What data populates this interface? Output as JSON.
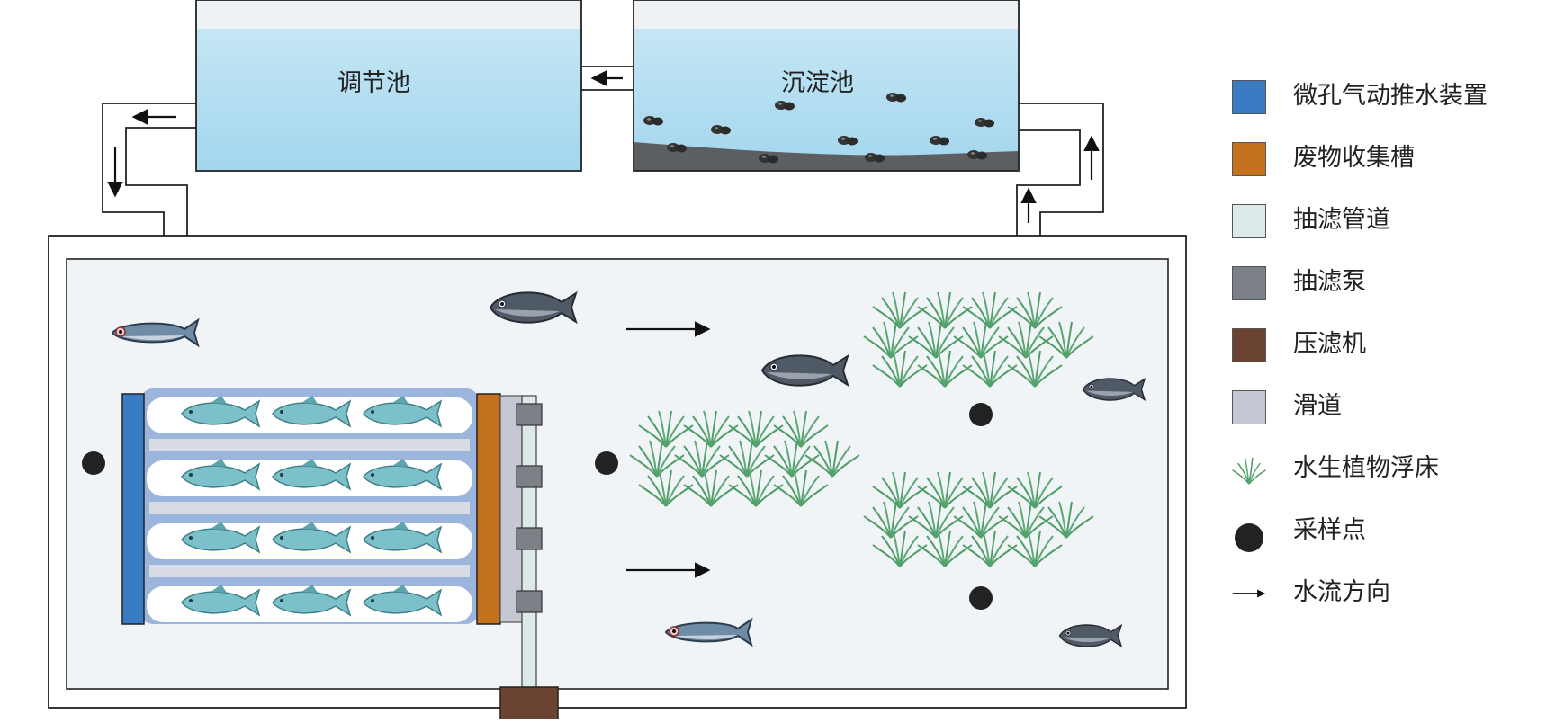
{
  "tanks": {
    "regulating": "调节池",
    "sedimentation": "沉淀池"
  },
  "legend": [
    {
      "label": "微孔气动推水装置",
      "color": "#3a7cc4",
      "icon": "blue-box"
    },
    {
      "label": "废物收集槽",
      "color": "#c4721d",
      "icon": "orange-box"
    },
    {
      "label": "抽滤管道",
      "color": "#dde8e8",
      "icon": "pale-box"
    },
    {
      "label": "抽滤泵",
      "color": "#7c8188",
      "icon": "gray-box"
    },
    {
      "label": "压滤机",
      "color": "#6b4333",
      "icon": "brown-box"
    },
    {
      "label": "滑道",
      "color": "#c5c8d2",
      "icon": "lightgray-box"
    },
    {
      "label": "水生植物浮床",
      "color": "#4f9e68",
      "icon": "plant-icon"
    },
    {
      "label": "采样点",
      "color": "#222222",
      "icon": "dot-icon"
    },
    {
      "label": "水流方向",
      "color": "#222222",
      "icon": "arrow-icon"
    }
  ],
  "colors": {
    "water": "#a9d9ee",
    "pond": "#f1f4f6",
    "sediment": "#5c5f62",
    "raceway": "#9bb5dc",
    "fish": "#7cc1c9",
    "plant": "#4f9e68"
  }
}
